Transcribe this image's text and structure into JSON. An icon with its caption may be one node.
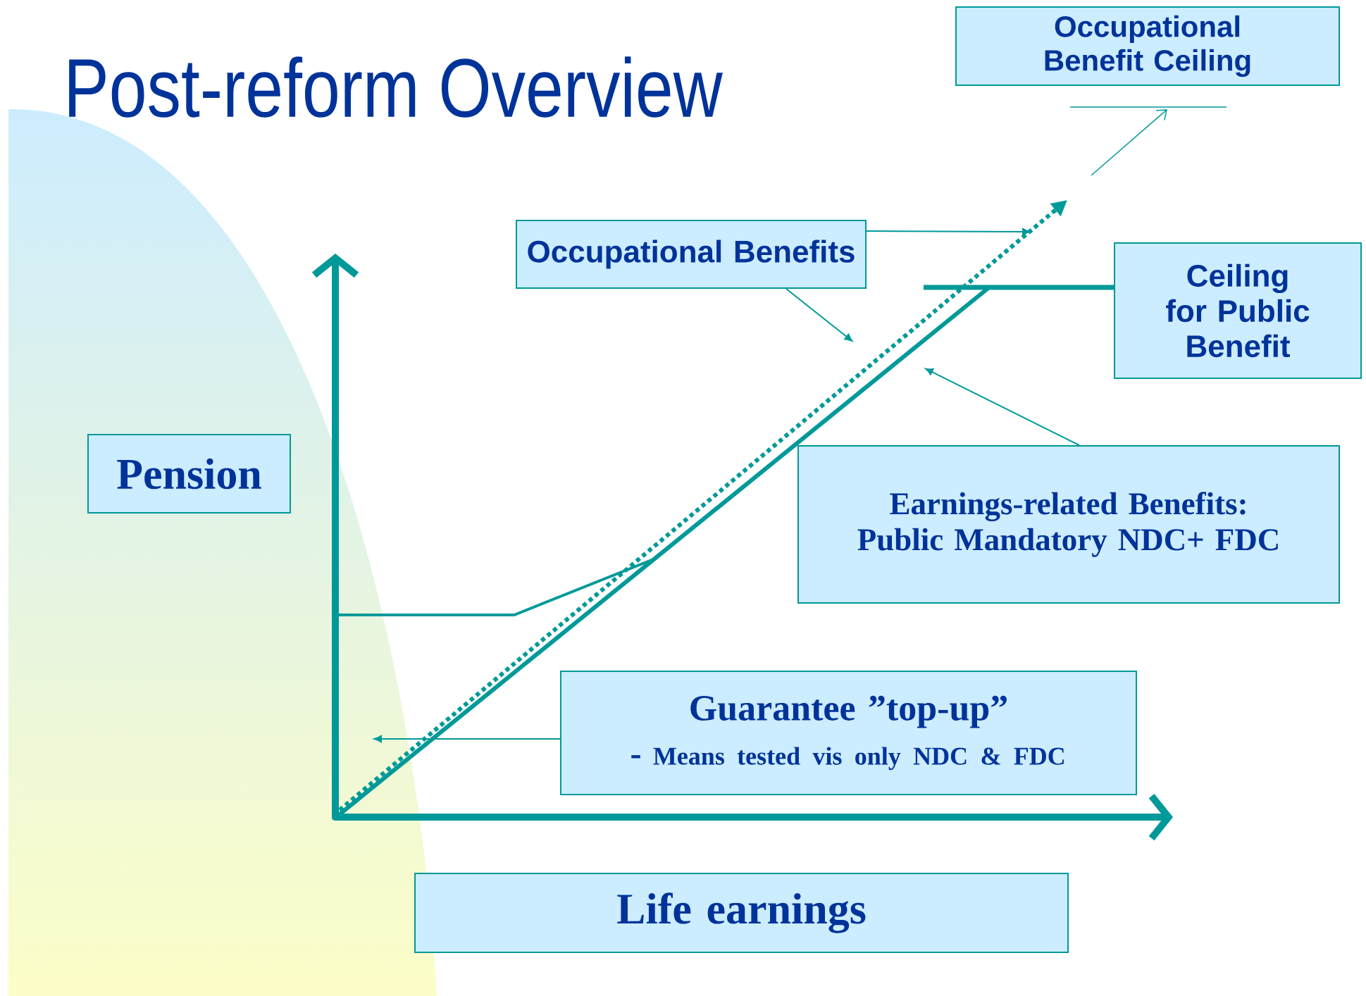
{
  "diagram": {
    "title": "Post-reform Overview",
    "nodes": [
      {
        "text": [
          "Occupational Benefit Ceiling"
        ]
      },
      {
        "text": [
          "Occupational Benefits"
        ]
      },
      {
        "text": [
          "Ceiling for Public Benefit"
        ]
      },
      {
        "text": [
          "Pension"
        ]
      },
      {
        "text": [
          "Earnings-related Benefits: Public Mandatory NDC+ FDC"
        ]
      },
      {
        "text": [
          "Guarantee ”top-up”",
          "Means tested vis only NDC & FDC"
        ]
      },
      {
        "text": [
          "Life earnings"
        ]
      }
    ],
    "edges": [
      {
        "from": 1,
        "to": null,
        "arrow": "to"
      },
      {
        "from": 1,
        "to": null,
        "arrow": "to"
      },
      {
        "from": 4,
        "to": null,
        "arrow": "to"
      },
      {
        "from": 5,
        "to": null,
        "arrow": "to"
      }
    ]
  }
}
